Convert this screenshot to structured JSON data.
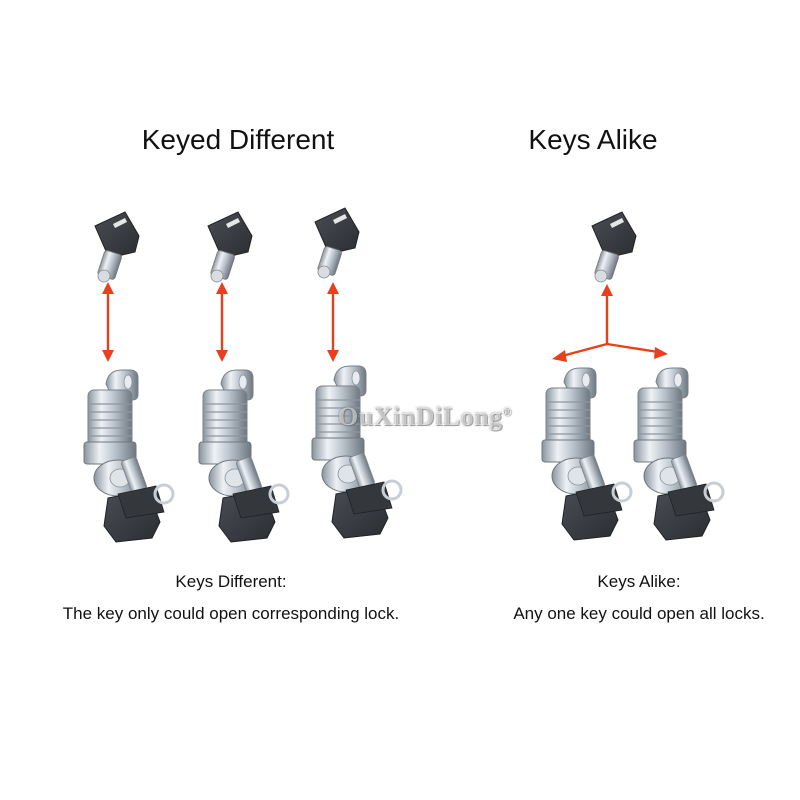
{
  "headings": {
    "left": "Keyed Different",
    "right": "Keys Alike"
  },
  "captions": {
    "left_line1": "Keys Different:",
    "left_line2": "The key only could open corresponding lock.",
    "right_line1": "Keys Alike:",
    "right_line2": "Any one key could open all locks."
  },
  "watermark": {
    "text": "OuXinDiLong",
    "mark": "®"
  },
  "colors": {
    "arrow": "#e8401c",
    "key_body": "#3c3f44",
    "metal": "#c9d0d8"
  },
  "icons": [
    "key-icon",
    "cam-lock-icon",
    "double-arrow-icon",
    "branch-arrow-icon"
  ]
}
